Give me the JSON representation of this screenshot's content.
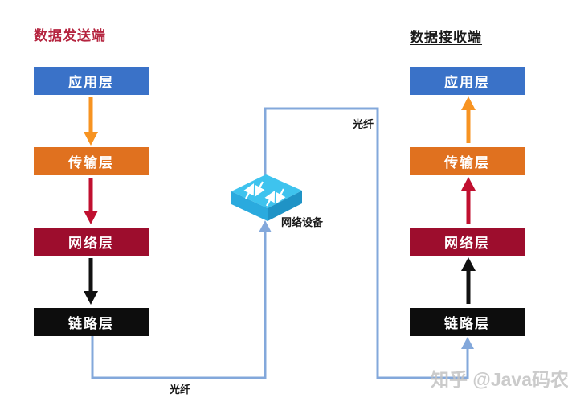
{
  "titles": {
    "sender": "数据发送端",
    "sender_color": "#b5243f",
    "receiver": "数据接收端",
    "receiver_color": "#1a1a1a"
  },
  "sender": {
    "layers": [
      {
        "label": "应用层",
        "color": "#3a72c8"
      },
      {
        "label": "传输层",
        "color": "#e0711f"
      },
      {
        "label": "网络层",
        "color": "#9d0d2d"
      },
      {
        "label": "链路层",
        "color": "#0d0d0d"
      }
    ]
  },
  "receiver": {
    "layers": [
      {
        "label": "应用层",
        "color": "#3a72c8"
      },
      {
        "label": "传输层",
        "color": "#e0711f"
      },
      {
        "label": "网络层",
        "color": "#9d0d2d"
      },
      {
        "label": "链路层",
        "color": "#0d0d0d"
      }
    ]
  },
  "arrows": {
    "app_transport_color": "#f79321",
    "transport_network_color": "#c00f2f",
    "network_link_color": "#111111"
  },
  "device": {
    "label": "网络设备",
    "top_color": "#3ec3ee",
    "front_color": "#2aaade",
    "side_color": "#1f93c6",
    "arrow_color": "#ffffff"
  },
  "links": {
    "fiber_top_label": "光纤",
    "fiber_bottom_label": "光纤",
    "line_color": "#83a8db"
  },
  "watermark": {
    "text": "知乎 @Java码农",
    "color": "#c3c3c3"
  }
}
